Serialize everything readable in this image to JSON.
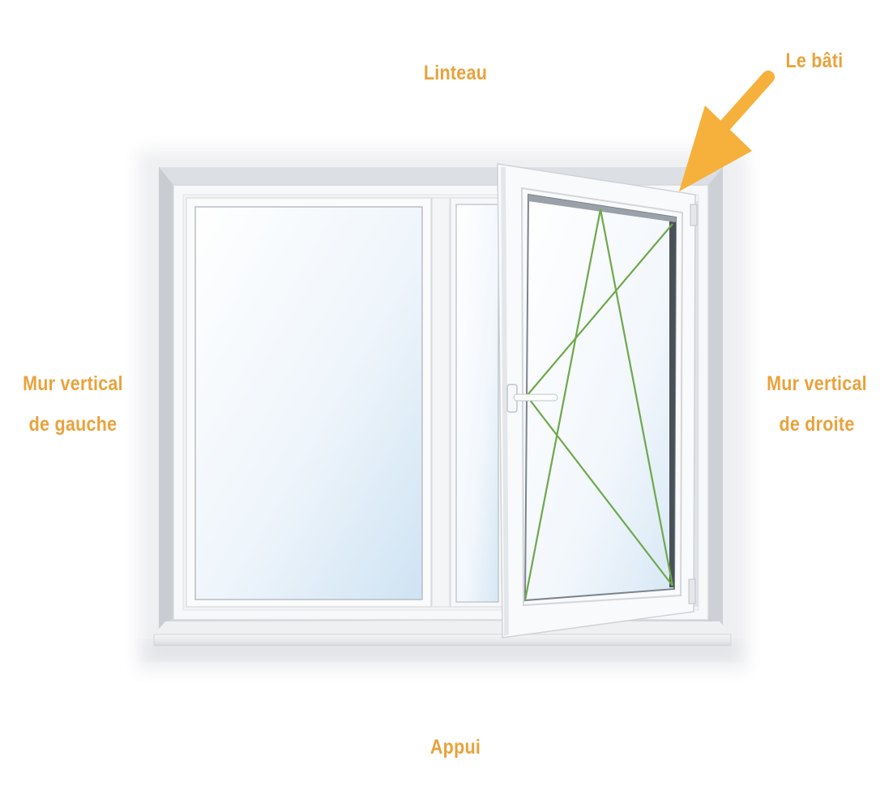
{
  "labels": {
    "top": "Linteau",
    "frame": "Le bâti",
    "left_line1": "Mur vertical",
    "left_line2": "de gauche",
    "right_line1": "Mur vertical",
    "right_line2": "de droite",
    "bottom": "Appui"
  },
  "colors": {
    "label": "#e9a23b",
    "arrow": "#f6b13c",
    "swing_lines": "#6fa84a",
    "glass": "#dcebf7",
    "frame": "#f7f8f9"
  },
  "icons": {
    "pointer": "arrow-icon",
    "handle": "window-handle-icon"
  }
}
